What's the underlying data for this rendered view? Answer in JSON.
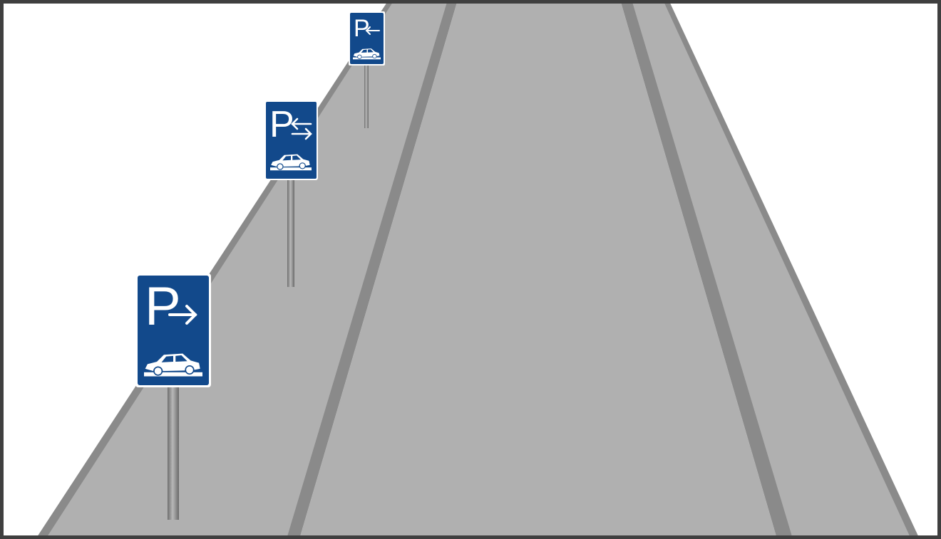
{
  "scene": {
    "description_text": "",
    "colors": {
      "frame": "#3f3f3f",
      "background": "#ffffff",
      "road_surface": "#b0b0b0",
      "road_edge": "#8a8a8a",
      "sign_blue": "#12498b",
      "sign_border": "#ffffff",
      "pole": "#9a9a9a"
    }
  },
  "signs": [
    {
      "letter": "P",
      "arrow": "right",
      "icon": "car-half-on-sidewalk-icon",
      "distance": "near"
    },
    {
      "letter": "P",
      "arrow": "both",
      "icon": "car-half-on-sidewalk-icon",
      "distance": "middle"
    },
    {
      "letter": "P",
      "arrow": "left",
      "icon": "car-half-on-sidewalk-icon",
      "distance": "far"
    }
  ]
}
